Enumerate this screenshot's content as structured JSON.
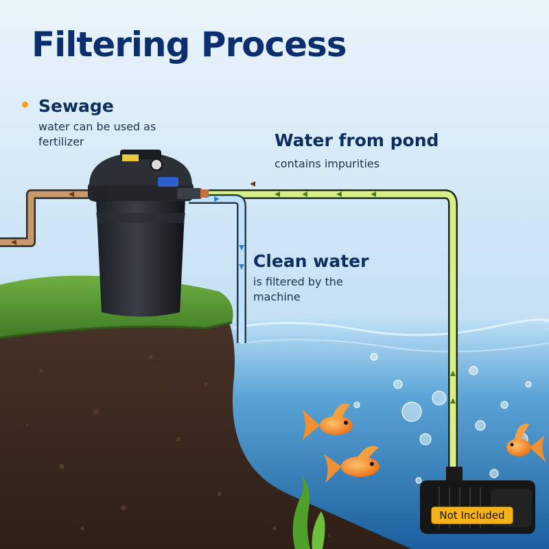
{
  "title": "Filtering Process",
  "labels": {
    "sewage": {
      "title": "Sewage",
      "subtitle": "water can be used as fertilizer"
    },
    "pond": {
      "title": "Water from pond",
      "subtitle": "contains impurities"
    },
    "clean": {
      "title": "Clean water",
      "subtitle": "is filtered by the machine"
    }
  },
  "badge": "Not Included",
  "colors": {
    "sewage_pipe": "#c89a6a",
    "pond_pipe": "#d8f08a",
    "clean_pipe": "#bfe3ff",
    "title": "#0b2f6e",
    "accent_dot": "#f0a01c",
    "badge": "#f5b21b"
  }
}
